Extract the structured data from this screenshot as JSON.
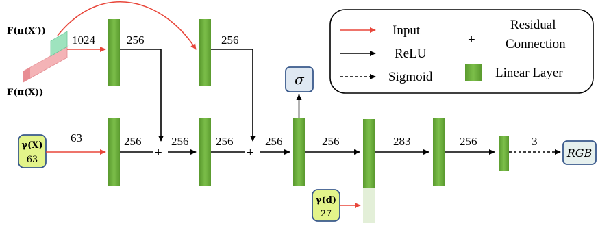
{
  "inputs": {
    "feat_prime": "F(π(X′))",
    "feat": "F(π(X))",
    "gamma_x_top": "γ(X)",
    "gamma_x_bottom": "63",
    "gamma_d_top": "γ(d)",
    "gamma_d_bottom": "27",
    "sigma": "σ",
    "rgb": "RGB"
  },
  "edge_labels": {
    "top_in": "1024",
    "top_l1": "256",
    "top_l2": "256",
    "gx_in": "63",
    "b1_out": "256",
    "sum1_out": "256",
    "b2_out": "256",
    "sum2_out": "256",
    "trunk_out": "256",
    "concat_out": "283",
    "l7_out": "256",
    "final_out": "3"
  },
  "symbols": {
    "plus": "+"
  },
  "legend": {
    "input": "Input",
    "relu": "ReLU",
    "sigmoid": "Sigmoid",
    "residual_line1": "Residual",
    "residual_line2": "Connection",
    "linear": "Linear Layer",
    "plus": "+"
  },
  "colors": {
    "input_arrow": "#e8463a",
    "relu_arrow": "#000000",
    "linear_fill": "#6aa63a",
    "linear_light": "#e3efd8",
    "gamma_fill": "#e3f48a",
    "box_border": "#3a5a8c",
    "sigma_fill": "#dfe8f2",
    "rgb_fill": "#e6f0ee",
    "feat_red": "#f2a3a8",
    "feat_green": "#8fdcb4"
  }
}
